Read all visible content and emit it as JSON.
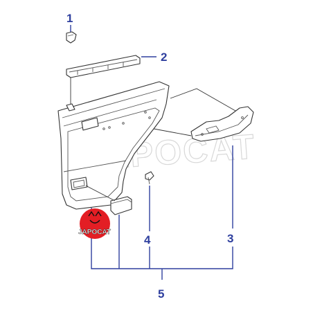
{
  "callouts": {
    "c1": "1",
    "c2": "2",
    "c3": "3",
    "c4": "4",
    "c5": "5"
  },
  "watermark": "JAPOCAT",
  "logo": {
    "text": "JAPOCAT",
    "color": "#e31e24"
  },
  "colors": {
    "callout": "#2e3f9e",
    "line": "#333333"
  }
}
